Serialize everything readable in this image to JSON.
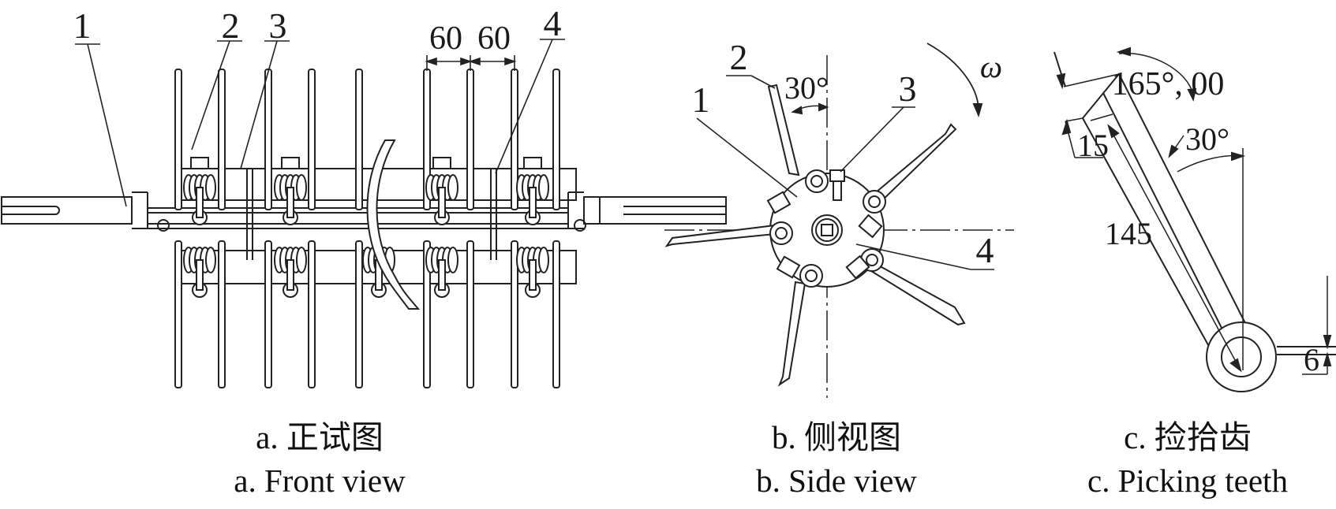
{
  "panels": {
    "front": {
      "caption_cn": "a. 正试图",
      "caption_en": "a. Front view",
      "callouts": [
        "1",
        "2",
        "3",
        "4"
      ],
      "dim_left": "60",
      "dim_right": "60"
    },
    "side": {
      "caption_cn": "b. 侧视图",
      "caption_en": "b. Side view",
      "callouts": [
        "1",
        "2",
        "3",
        "4"
      ],
      "angle": "30°",
      "rotation": "ω"
    },
    "tooth": {
      "caption_cn": "c. 捡拾齿",
      "caption_en": "c. Picking teeth",
      "angle_top": "165°, 00",
      "angle_mid": "30°",
      "dim_width": "15",
      "dim_length": "145",
      "dim_end": "6"
    }
  },
  "colors": {
    "line": "#222222",
    "background": "#ffffff"
  }
}
